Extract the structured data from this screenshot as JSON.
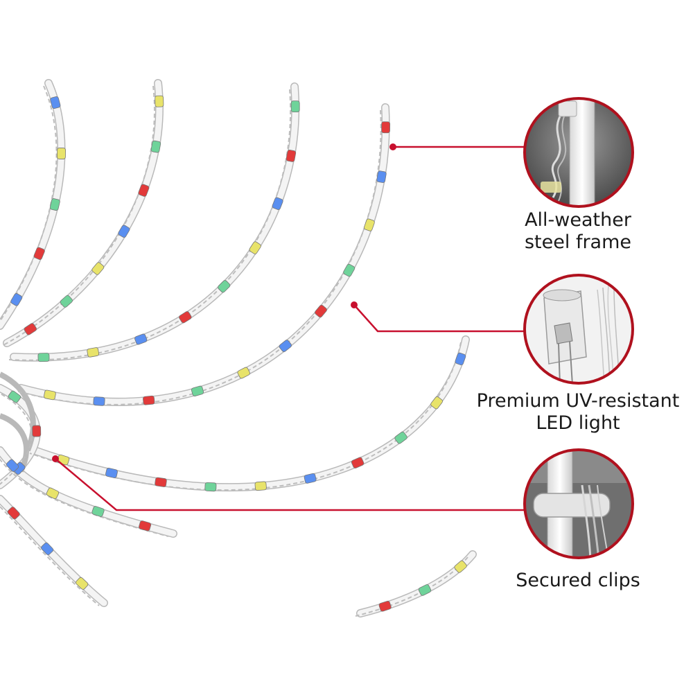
{
  "features": [
    {
      "lines": [
        "All-weather",
        "steel frame"
      ],
      "icon": "steel-frame-closeup-icon"
    },
    {
      "lines": [
        "Premium UV-resistant",
        "LED light"
      ],
      "icon": "led-bulb-closeup-icon"
    },
    {
      "lines": [
        "Secured clips"
      ],
      "icon": "clip-closeup-icon"
    }
  ],
  "colors": {
    "callout_line": "#c8102e",
    "callout_ring": "#b0111e",
    "led_blue": "#5a8ff0",
    "led_yellow": "#e8e36a",
    "led_green": "#6fd39a",
    "led_red": "#e23a3a",
    "frame": "#f4f4f4",
    "frame_outline": "#b9b9b9"
  }
}
